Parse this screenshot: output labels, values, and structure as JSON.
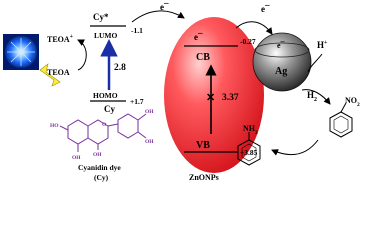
{
  "light_source": {
    "icon": "blue-light-burst-icon",
    "color": "#1e6dff"
  },
  "sacrificial": {
    "oxidized": "TEOA",
    "oxidized_sup": "+",
    "reduced": "TEOA"
  },
  "dye": {
    "excited": "Cy*",
    "excited_energy": "-1.1",
    "lumo": "LUMO",
    "gap": "2.8",
    "homo": "HOMO",
    "ground": "Cy",
    "ground_energy": "+1.7",
    "name_line1": "Cyanidin dye",
    "name_line2": "(Cy)",
    "structure_color": "#7a2f9e",
    "gap_arrow_color": "#1a2ea8"
  },
  "zno": {
    "label": "ZnONPs",
    "cb": "CB",
    "cb_energy": "-0.27",
    "vb": "VB",
    "vb_energy": "+3.85",
    "gap": "3.37",
    "color": "#f0353b",
    "electron": "e¯"
  },
  "ag": {
    "label": "Ag",
    "electron": "e¯",
    "color": "#3a3a3a"
  },
  "reaction": {
    "proton": "H",
    "proton_sup": "+",
    "hydrogen": "H",
    "hydrogen_sub": "2",
    "nitro": "NO",
    "nitro_sub": "2",
    "amine": "NH",
    "amine_sub": "2"
  },
  "electrons": {
    "e1": "e¯",
    "e2": "e¯"
  }
}
